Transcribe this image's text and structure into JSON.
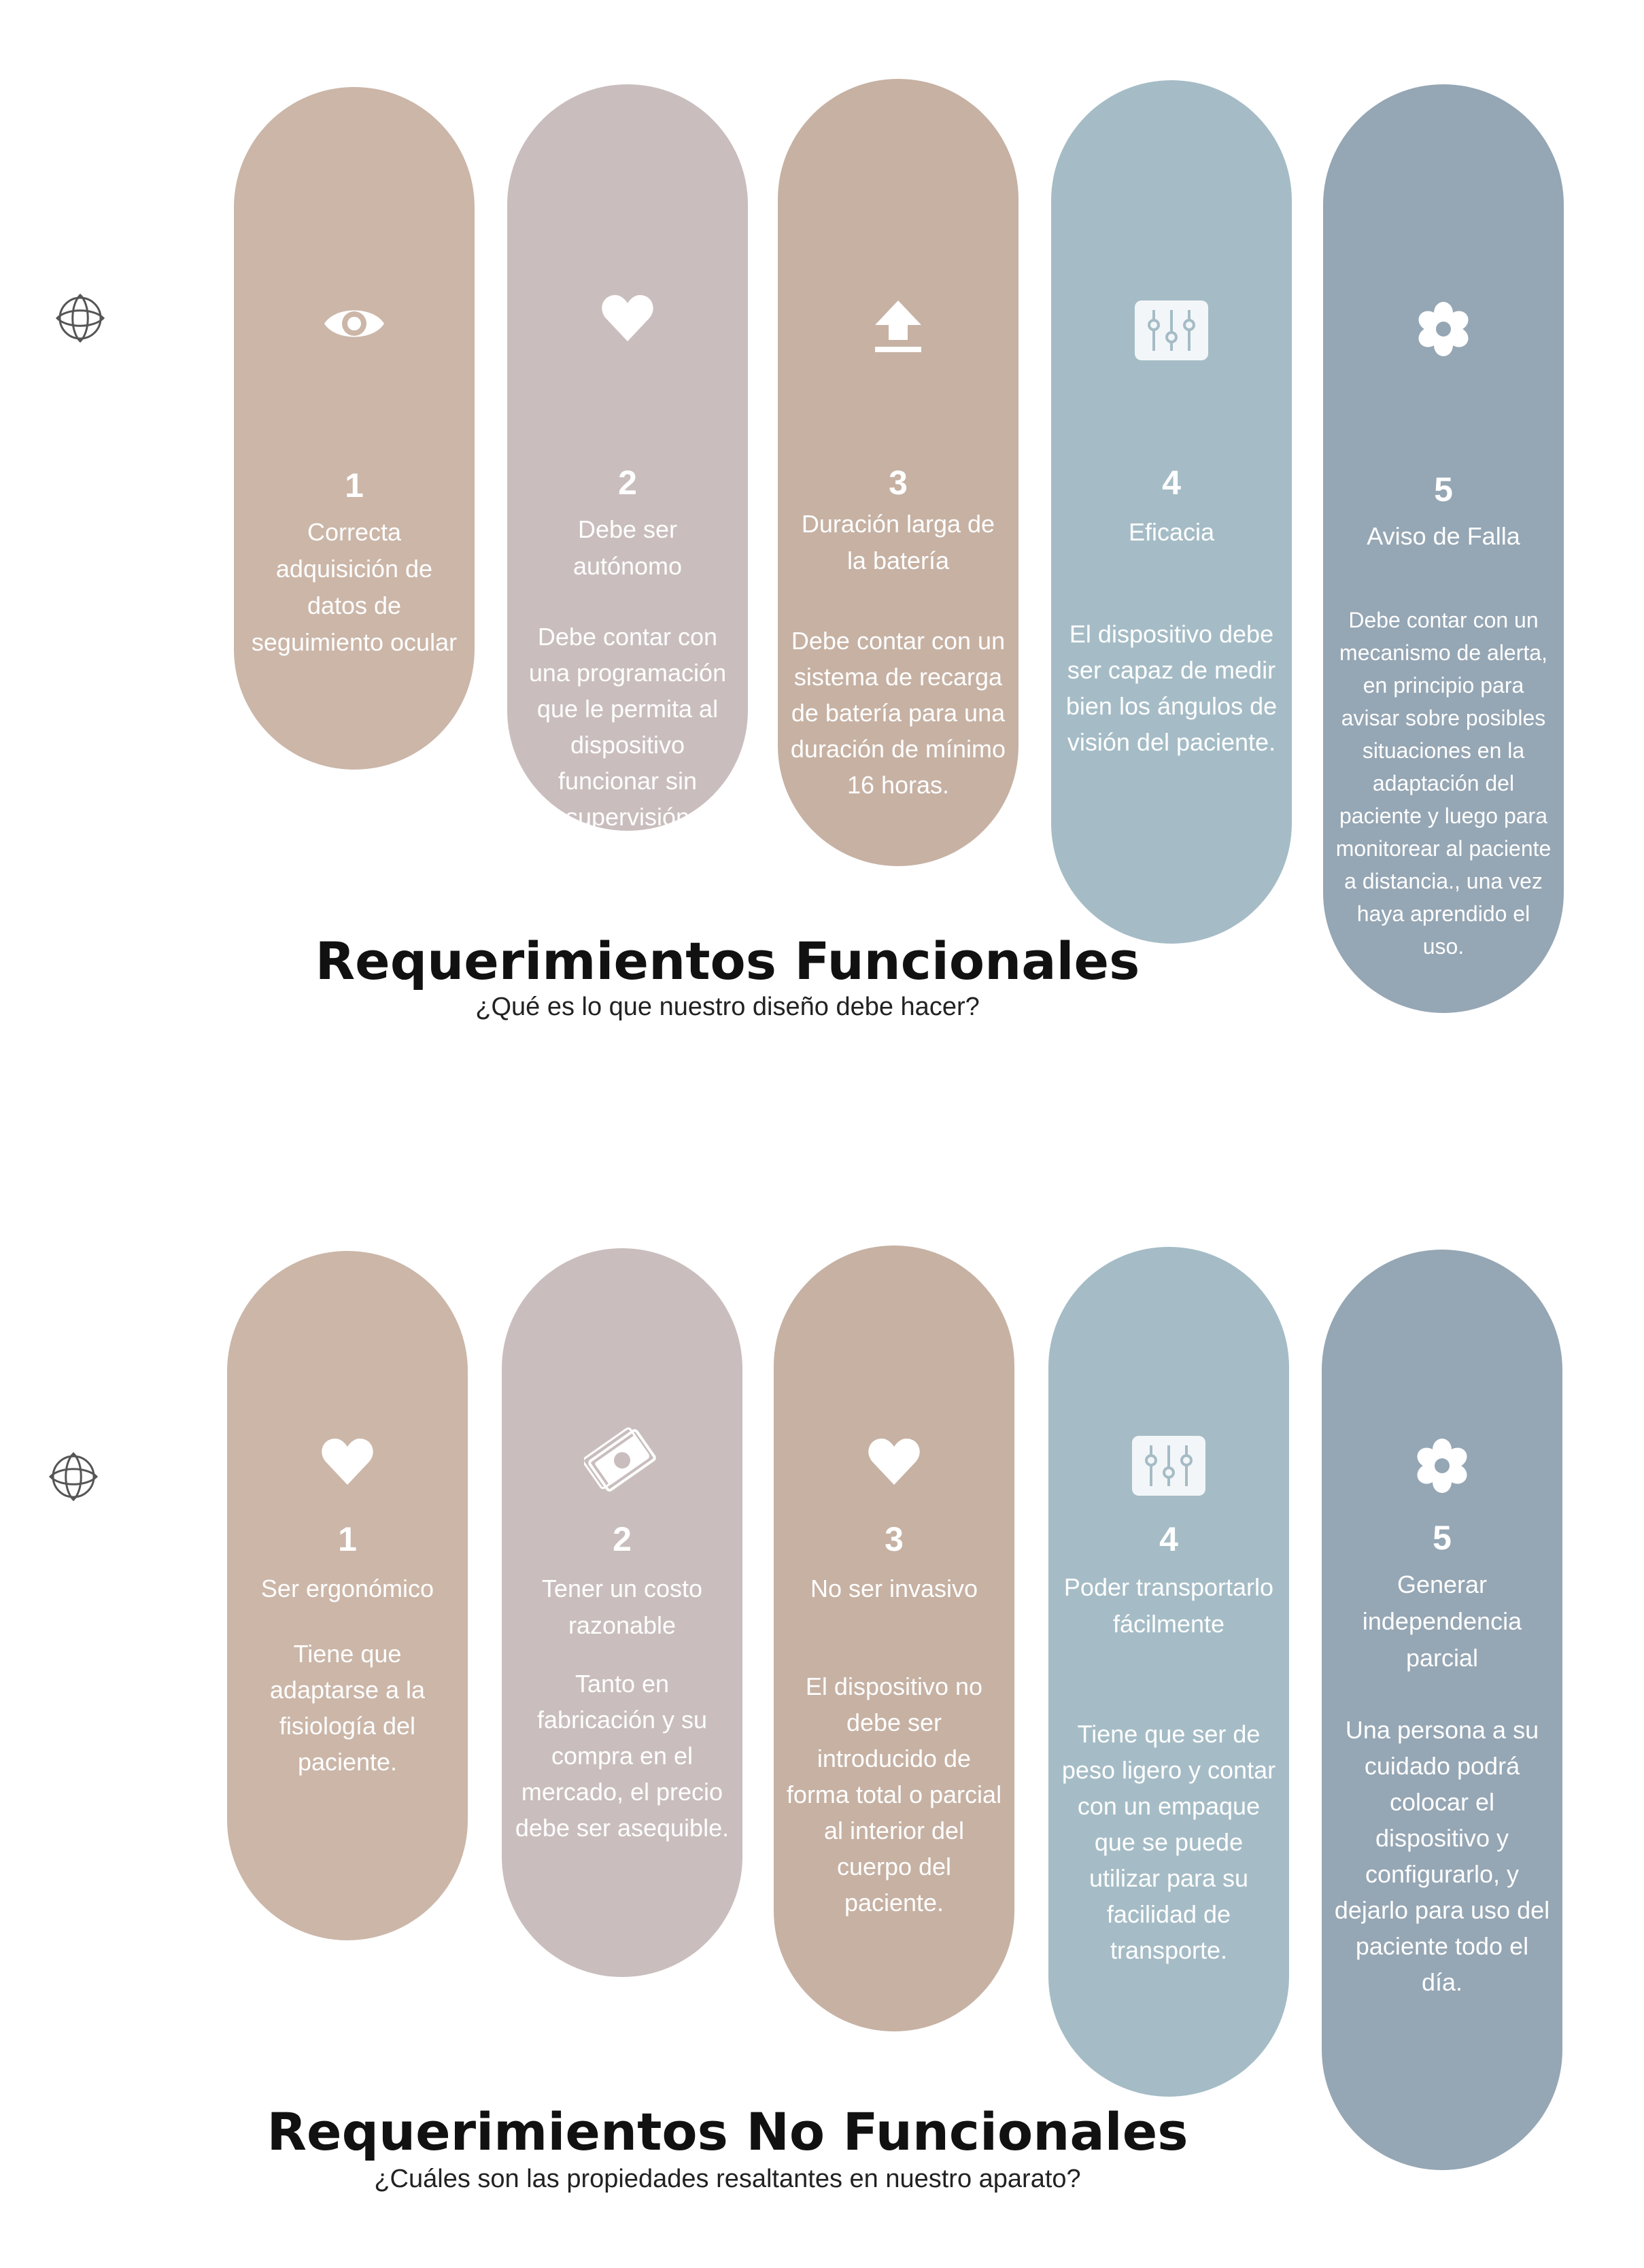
{
  "functional": {
    "title": "Requerimientos Funcionales",
    "subtitle": "¿Qué es lo que nuestro diseño debe hacer?",
    "side_icon": "compass-flower-icon",
    "cards": [
      {
        "number": "1",
        "icon": "eye-icon",
        "title": "Correcta adquisición de datos de seguimiento ocular",
        "description": ""
      },
      {
        "number": "2",
        "icon": "heart-icon",
        "title": "Debe ser autónomo",
        "description": "Debe contar con una programación que le permita al dispositivo funcionar sin supervisión continua."
      },
      {
        "number": "3",
        "icon": "upload-icon",
        "title": "Duración larga de la batería",
        "description": "Debe contar con un sistema de recarga de batería para una duración de mínimo 16 horas."
      },
      {
        "number": "4",
        "icon": "sliders-icon",
        "title": "Eficacia",
        "description": "El dispositivo debe ser capaz de medir bien los ángulos de visión del paciente."
      },
      {
        "number": "5",
        "icon": "flower-icon",
        "title": "Aviso de Falla",
        "description": "Debe contar con un mecanismo de alerta, en principio para avisar sobre posibles situaciones  en la adaptación del paciente y luego para monitorear al paciente a distancia., una vez haya aprendido el uso."
      }
    ]
  },
  "non_functional": {
    "title": "Requerimientos No Funcionales",
    "subtitle": "¿Cuáles son las propiedades resaltantes en nuestro aparato?",
    "side_icon": "compass-flower-icon",
    "cards": [
      {
        "number": "1",
        "icon": "heart-icon",
        "title": "Ser ergonómico",
        "description": "Tiene que adaptarse a la fisiología del paciente."
      },
      {
        "number": "2",
        "icon": "money-icon",
        "title": "Tener un costo razonable",
        "description": "Tanto en fabricación y su compra en el mercado, el precio debe ser asequible."
      },
      {
        "number": "3",
        "icon": "heart-icon",
        "title": "No ser invasivo",
        "description": "El dispositivo no debe ser introducido de forma total o parcial al interior del cuerpo del paciente."
      },
      {
        "number": "4",
        "icon": "sliders-icon",
        "title": "Poder transportarlo fácilmente",
        "description": "Tiene que ser de peso ligero y contar con un empaque que se puede utilizar para su facilidad de transporte."
      },
      {
        "number": "5",
        "icon": "flower-icon",
        "title": "Generar independencia parcial",
        "description": "Una persona a su cuidado podrá colocar el dispositivo y configurarlo, y dejarlo para uso del paciente todo el día."
      }
    ]
  },
  "colors": {
    "card_1": "#cbb6a8",
    "card_2": "#c9bebd",
    "card_3": "#c6b1a3",
    "card_4": "#a5bcc6",
    "card_5": "#95a6b4",
    "heading": "#111111"
  }
}
